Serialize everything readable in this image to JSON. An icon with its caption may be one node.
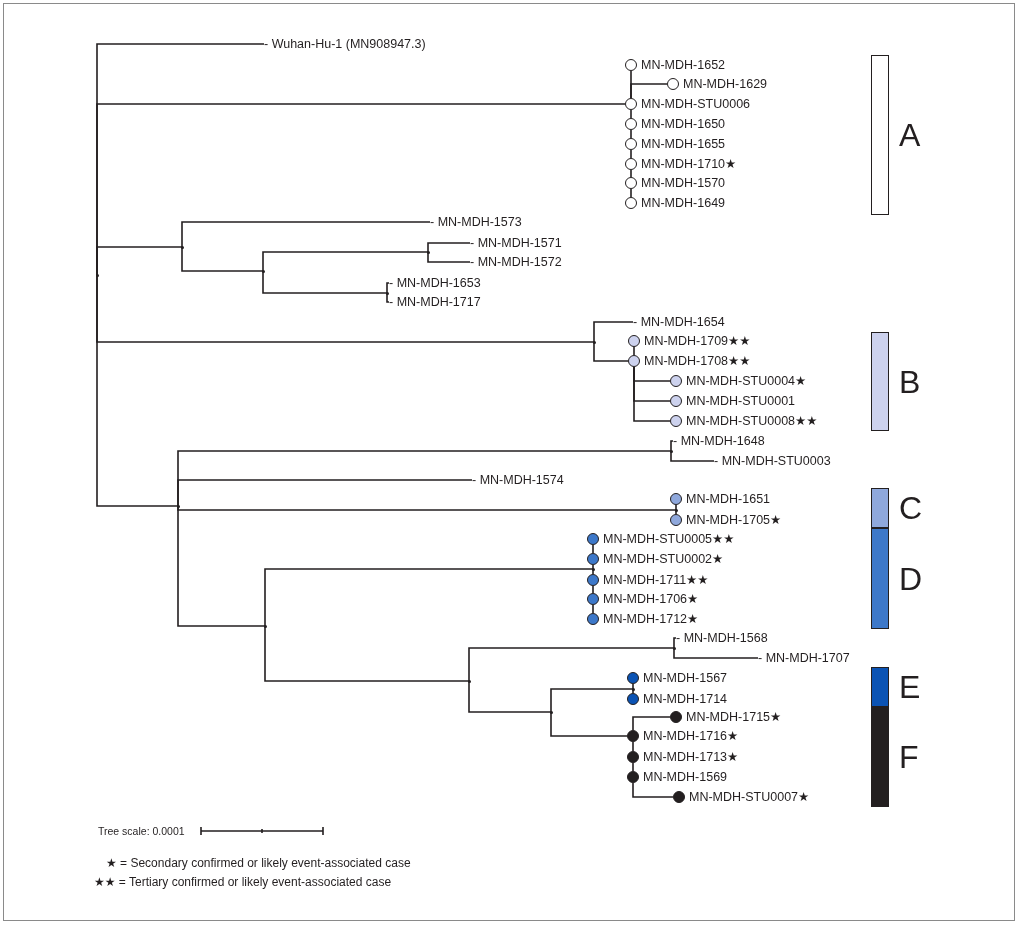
{
  "diagram": {
    "nodes": [
      {
        "text": [],
        "shape": "point"
      },
      {
        "text": [
          "- Wuhan-Hu-1 (MN908947.3)"
        ]
      },
      {
        "text": [
          "MN-MDH-1652"
        ]
      },
      {
        "text": [
          "MN-MDH-1629"
        ]
      },
      {
        "text": [
          "MN-MDH-STU0006"
        ]
      },
      {
        "text": [
          "MN-MDH-1650"
        ]
      },
      {
        "text": [
          "MN-MDH-1655"
        ]
      },
      {
        "text": [
          "MN-MDH-1710★"
        ]
      },
      {
        "text": [
          "MN-MDH-1570"
        ]
      },
      {
        "text": [
          "MN-MDH-1649"
        ]
      },
      {
        "text": [
          "A"
        ]
      },
      {
        "text": [],
        "shape": "point"
      },
      {
        "text": [
          "- MN-MDH-1573"
        ]
      },
      {
        "text": [],
        "shape": "point"
      },
      {
        "text": [],
        "shape": "point"
      },
      {
        "text": [
          "- MN-MDH-1571"
        ]
      },
      {
        "text": [
          "- MN-MDH-1572"
        ]
      },
      {
        "text": [],
        "shape": "point"
      },
      {
        "text": [
          "- MN-MDH-1653"
        ]
      },
      {
        "text": [
          "- MN-MDH-1717"
        ]
      },
      {
        "text": [],
        "shape": "point"
      },
      {
        "text": [
          "- MN-MDH-1654"
        ]
      },
      {
        "text": [
          "MN-MDH-1709★★"
        ]
      },
      {
        "text": [
          "MN-MDH-1708★★"
        ]
      },
      {
        "text": [
          "MN-MDH-STU0004★"
        ]
      },
      {
        "text": [
          "MN-MDH-STU0001"
        ]
      },
      {
        "text": [
          "MN-MDH-STU0008★★"
        ]
      },
      {
        "text": [
          "B"
        ]
      },
      {
        "text": [],
        "shape": "point"
      },
      {
        "text": [],
        "shape": "point"
      },
      {
        "text": [
          "- MN-MDH-1648"
        ]
      },
      {
        "text": [
          "- MN-MDH-STU0003"
        ]
      },
      {
        "text": [
          "- MN-MDH-1574"
        ]
      },
      {
        "text": [],
        "shape": "point"
      },
      {
        "text": [
          "MN-MDH-1651"
        ]
      },
      {
        "text": [
          "MN-MDH-1705★"
        ]
      },
      {
        "text": [
          "C"
        ]
      },
      {
        "text": [],
        "shape": "point"
      },
      {
        "text": [],
        "shape": "point"
      },
      {
        "text": [
          "MN-MDH-STU0005★★"
        ]
      },
      {
        "text": [
          "MN-MDH-STU0002★"
        ]
      },
      {
        "text": [
          "MN-MDH-1711★★"
        ]
      },
      {
        "text": [
          "MN-MDH-1706★"
        ]
      },
      {
        "text": [
          "MN-MDH-1712★"
        ]
      },
      {
        "text": [
          "D"
        ]
      },
      {
        "text": [],
        "shape": "point"
      },
      {
        "text": [],
        "shape": "point"
      },
      {
        "text": [
          "- MN-MDH-1568"
        ]
      },
      {
        "text": [
          "- MN-MDH-1707"
        ]
      },
      {
        "text": [],
        "shape": "point"
      },
      {
        "text": [],
        "shape": "point"
      },
      {
        "text": [
          "MN-MDH-1567"
        ]
      },
      {
        "text": [
          "MN-MDH-1714"
        ]
      },
      {
        "text": [
          "E"
        ]
      },
      {
        "text": [
          "MN-MDH-1716★"
        ]
      },
      {
        "text": [
          "MN-MDH-1715★"
        ]
      },
      {
        "text": [
          "MN-MDH-1713★"
        ]
      },
      {
        "text": [
          "MN-MDH-1569"
        ]
      },
      {
        "text": [
          "MN-MDH-STU0007★"
        ]
      },
      {
        "text": [
          "F"
        ]
      }
    ],
    "edges": [
      {
        "from": 0,
        "to": 1,
        "arrow": "none"
      },
      {
        "from": 0,
        "to": 4,
        "arrow": "none"
      },
      {
        "from": 0,
        "to": 11,
        "arrow": "none"
      },
      {
        "from": 0,
        "to": 20,
        "arrow": "none"
      },
      {
        "from": 0,
        "to": 28,
        "arrow": "none"
      },
      {
        "from": 4,
        "to": 2,
        "arrow": "none"
      },
      {
        "from": 4,
        "to": 3,
        "arrow": "none"
      },
      {
        "from": 4,
        "to": 5,
        "arrow": "none"
      },
      {
        "from": 5,
        "to": 6,
        "arrow": "none"
      },
      {
        "from": 6,
        "to": 7,
        "arrow": "none"
      },
      {
        "from": 7,
        "to": 8,
        "arrow": "none"
      },
      {
        "from": 8,
        "to": 9,
        "arrow": "none"
      },
      {
        "from": 11,
        "to": 12,
        "arrow": "none"
      },
      {
        "from": 11,
        "to": 13,
        "arrow": "none"
      },
      {
        "from": 13,
        "to": 14,
        "arrow": "none"
      },
      {
        "from": 13,
        "to": 17,
        "arrow": "none"
      },
      {
        "from": 14,
        "to": 15,
        "arrow": "none"
      },
      {
        "from": 14,
        "to": 16,
        "arrow": "none"
      },
      {
        "from": 17,
        "to": 18,
        "arrow": "none"
      },
      {
        "from": 17,
        "to": 19,
        "arrow": "none"
      },
      {
        "from": 20,
        "to": 21,
        "arrow": "none"
      },
      {
        "from": 20,
        "to": 23,
        "arrow": "none"
      },
      {
        "from": 23,
        "to": 22,
        "arrow": "none"
      },
      {
        "from": 23,
        "to": 24,
        "arrow": "none"
      },
      {
        "from": 23,
        "to": 25,
        "arrow": "none"
      },
      {
        "from": 23,
        "to": 26,
        "arrow": "none"
      },
      {
        "from": 28,
        "to": 29,
        "arrow": "none"
      },
      {
        "from": 28,
        "to": 32,
        "arrow": "none"
      },
      {
        "from": 28,
        "to": 33,
        "arrow": "none"
      },
      {
        "from": 28,
        "to": 37,
        "arrow": "none"
      },
      {
        "from": 29,
        "to": 30,
        "arrow": "none"
      },
      {
        "from": 29,
        "to": 31,
        "arrow": "none"
      },
      {
        "from": 33,
        "to": 34,
        "arrow": "none"
      },
      {
        "from": 33,
        "to": 35,
        "arrow": "none"
      },
      {
        "from": 37,
        "to": 38,
        "arrow": "none"
      },
      {
        "from": 37,
        "to": 45,
        "arrow": "none"
      },
      {
        "from": 38,
        "to": 40,
        "arrow": "none"
      },
      {
        "from": 38,
        "to": 41,
        "arrow": "none"
      },
      {
        "from": 40,
        "to": 39,
        "arrow": "none"
      },
      {
        "from": 41,
        "to": 42,
        "arrow": "none"
      },
      {
        "from": 42,
        "to": 43,
        "arrow": "none"
      },
      {
        "from": 45,
        "to": 46,
        "arrow": "none"
      },
      {
        "from": 45,
        "to": 49,
        "arrow": "none"
      },
      {
        "from": 46,
        "to": 47,
        "arrow": "none"
      },
      {
        "from": 46,
        "to": 48,
        "arrow": "none"
      },
      {
        "from": 49,
        "to": 50,
        "arrow": "none"
      },
      {
        "from": 49,
        "to": 54,
        "arrow": "none"
      },
      {
        "from": 50,
        "to": 51,
        "arrow": "none"
      },
      {
        "from": 50,
        "to": 52,
        "arrow": "none"
      },
      {
        "from": 54,
        "to": 55,
        "arrow": "none"
      },
      {
        "from": 54,
        "to": 56,
        "arrow": "none"
      },
      {
        "from": 56,
        "to": 57,
        "arrow": "none"
      },
      {
        "from": 57,
        "to": 58,
        "arrow": "none"
      }
    ],
    "labels": [
      "Tree scale: 0.0001",
      "★ = Secondary confirmed or likely event-associated case",
      "★★ = Tertiary confirmed or likely event-associated case"
    ]
  }
}
